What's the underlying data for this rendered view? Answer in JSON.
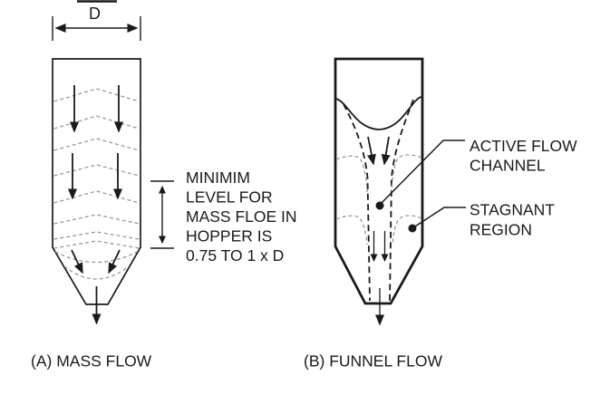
{
  "colors": {
    "ink": "#1a1a1a",
    "flow_line_gray": "#999999",
    "background": "#ffffff"
  },
  "diagram_a": {
    "id_caption": "(A) MASS FLOW",
    "dimension_label": "D",
    "min_level_note_lines": [
      "MINIMIM",
      "LEVEL FOR",
      "MASS FLOE IN",
      "HOPPER IS",
      "0.75 TO 1 x D"
    ]
  },
  "diagram_b": {
    "id_caption": "(B) FUNNEL FLOW",
    "active_flow_label_lines": [
      "ACTIVE FLOW",
      "CHANNEL"
    ],
    "stagnant_label_lines": [
      "STAGNANT",
      "REGION"
    ]
  }
}
